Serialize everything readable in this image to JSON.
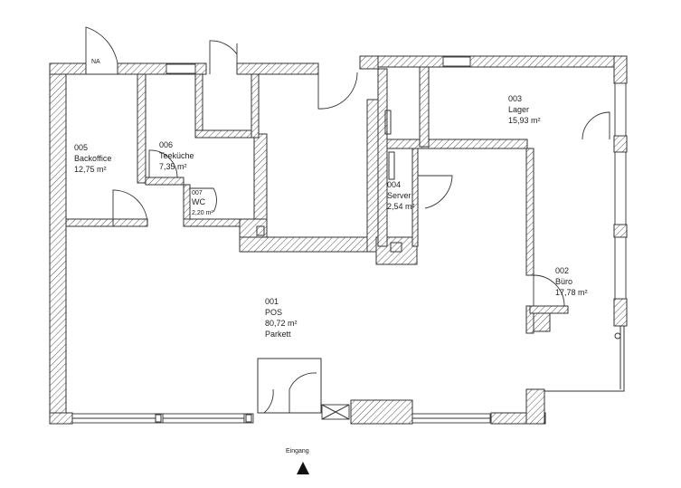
{
  "plan": {
    "rooms": [
      {
        "id": "room-001",
        "number": "001",
        "name": "POS",
        "area": "80,72 m²",
        "floor": "Parkett"
      },
      {
        "id": "room-002",
        "number": "002",
        "name": "Büro",
        "area": "17,78 m²"
      },
      {
        "id": "room-003",
        "number": "003",
        "name": "Lager",
        "area": "15,93 m²"
      },
      {
        "id": "room-004",
        "number": "004",
        "name": "Server",
        "area": "2,54 m²"
      },
      {
        "id": "room-005",
        "number": "005",
        "name": "Backoffice",
        "area": "12,75 m²"
      },
      {
        "id": "room-006",
        "number": "006",
        "name": "Teeküche",
        "area": "7,35 m²"
      },
      {
        "id": "room-007",
        "number": "007",
        "name": "WC",
        "area": "2,20 m²"
      }
    ],
    "na_label": "NA",
    "entrance_label": "Eingang"
  }
}
